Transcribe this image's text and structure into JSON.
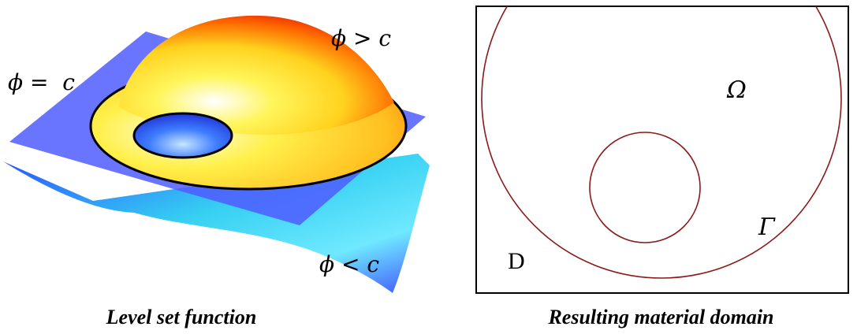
{
  "left": {
    "caption": "Level set function",
    "labels": {
      "above": "ϕ > c",
      "equal": "ϕ =  c",
      "below": "ϕ < c"
    },
    "colors": {
      "plane": "#4f5cff",
      "surface_high": "#ff1a00",
      "surface_mid": "#ffe830",
      "surface_low": "#3ad6f0",
      "contour": "#000000"
    }
  },
  "right": {
    "caption": "Resulting material domain",
    "labels": {
      "domain": "D",
      "omega": "Ω",
      "boundary": "Γ"
    },
    "colors": {
      "circle": "#8b1a1a",
      "frame": "#000000"
    }
  }
}
